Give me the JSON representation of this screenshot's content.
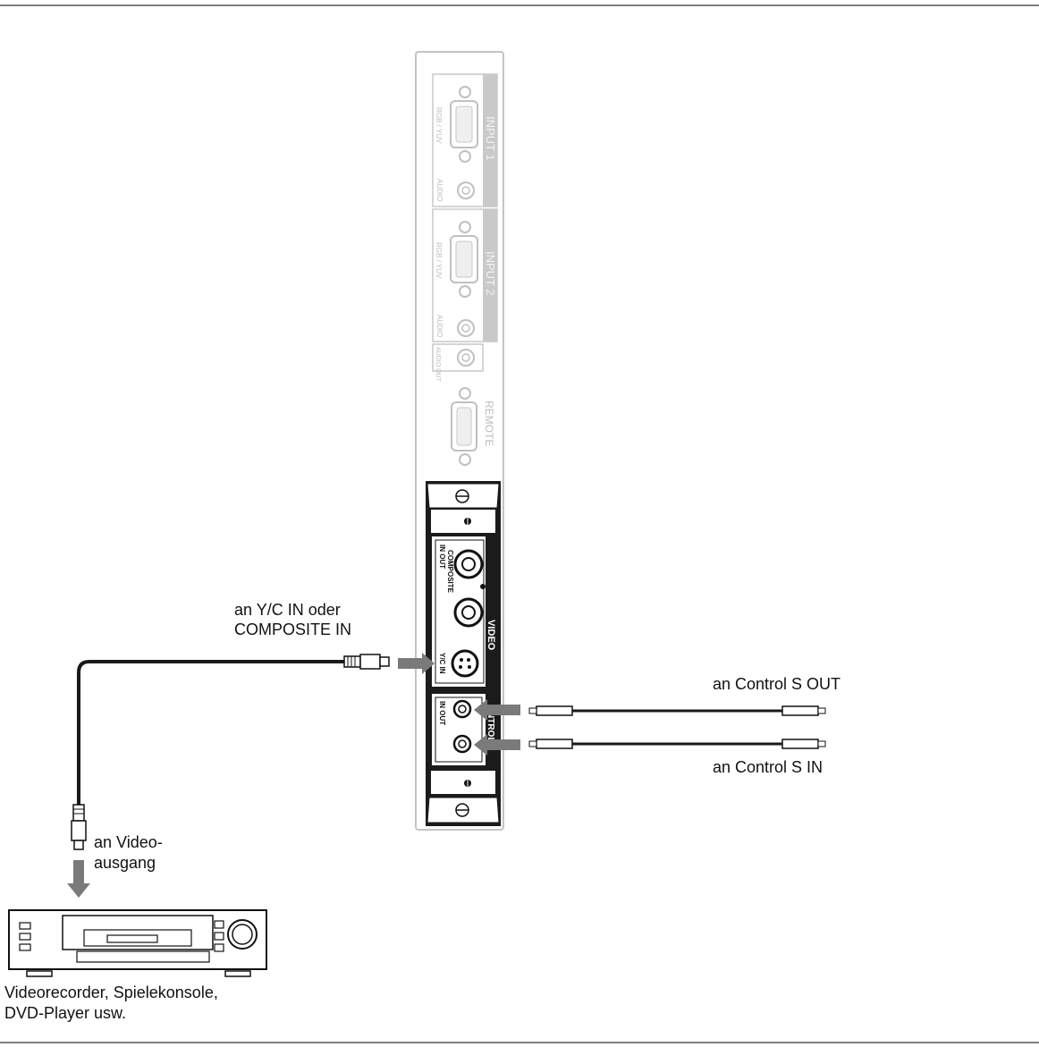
{
  "panel": {
    "input1_label": "INPUT 1",
    "input2_label": "INPUT 2",
    "rgb_label": "RGB / YUV",
    "audio_label": "AUDIO",
    "audio_out_label": "AUDIO OUT",
    "remote_label": "REMOTE",
    "video_label": "VIDEO",
    "composite_label": "COMPOSITE",
    "in_out_label": "IN OUT",
    "yc_in_label": "Y/C IN",
    "control_label": "NTROL"
  },
  "labels": {
    "yc_line1": "an Y/C IN oder",
    "yc_line2": "COMPOSITE IN",
    "control_out": "an Control S OUT",
    "control_in": "an Control S IN",
    "video_out_line1": "an Video-",
    "video_out_line2": "ausgang",
    "device_line1": "Videorecorder, Spielekonsole,",
    "device_line2": "DVD-Player usw."
  },
  "colors": {
    "frame": "#555555",
    "cable": "#1a1a1a",
    "arrow": "#7a7a7a",
    "faded_panel": "#bdbdbd"
  }
}
